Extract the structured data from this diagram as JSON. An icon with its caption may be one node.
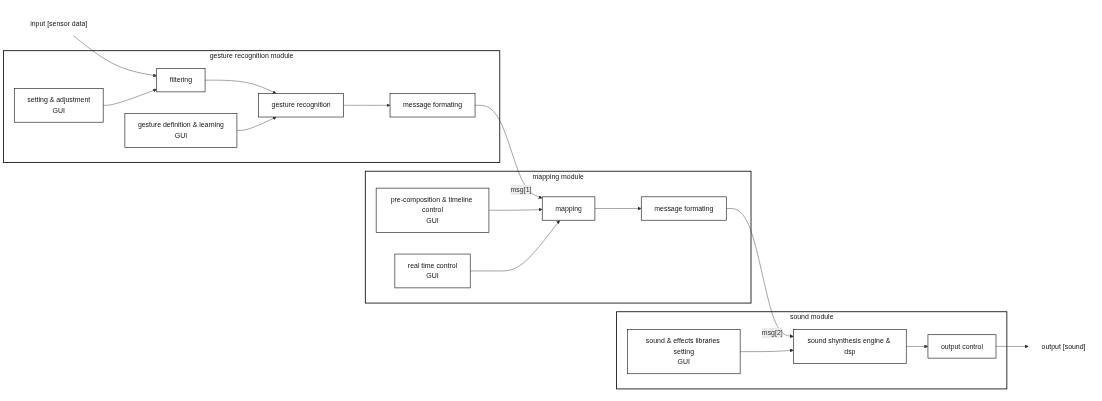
{
  "diagram": {
    "nodes": [
      {
        "text": [
          "input [sensor data]"
        ]
      },
      {
        "text": [
          "gesture recognition module"
        ]
      },
      {
        "text": [
          "filtering"
        ],
        "in": 1
      },
      {
        "text": [
          "gesture recognition"
        ],
        "in": 1
      },
      {
        "text": [
          "message formating"
        ],
        "in": 1
      },
      {
        "text": [
          "setting & adjustment",
          "GUI"
        ],
        "in": 1
      },
      {
        "text": [
          "gesture definition & learning",
          "GUI"
        ],
        "in": 1
      },
      {
        "text": [
          "mapping module"
        ]
      },
      {
        "text": [
          "mapping"
        ],
        "in": 7
      },
      {
        "text": [
          "message formating"
        ],
        "in": 7
      },
      {
        "text": [
          "pre-composition & timeline control",
          "GUI"
        ],
        "in": 7
      },
      {
        "text": [
          "real time control",
          "GUI"
        ],
        "in": 7
      },
      {
        "text": [
          "sound module"
        ]
      },
      {
        "text": [
          "sound shynthesis engine & dsp"
        ],
        "in": 12
      },
      {
        "text": [
          "output control"
        ],
        "in": 12
      },
      {
        "text": [
          "sound & effects libraries setting",
          "GUI"
        ],
        "in": 12
      },
      {
        "text": [
          "output [sound]"
        ]
      }
    ],
    "edges": [
      {
        "from": 0,
        "to": 2,
        "arrow": "to"
      },
      {
        "from": 2,
        "to": 3,
        "arrow": "to"
      },
      {
        "from": 3,
        "to": 4,
        "arrow": "to"
      },
      {
        "from": 5,
        "to": 2,
        "arrow": "to"
      },
      {
        "from": 6,
        "to": 3,
        "arrow": "to"
      },
      {
        "from": 4,
        "to": 8,
        "arrow": "to",
        "label": "msg[1]"
      },
      {
        "from": 8,
        "to": 9,
        "arrow": "to"
      },
      {
        "from": 10,
        "to": 8,
        "arrow": "to"
      },
      {
        "from": 11,
        "to": 8,
        "arrow": "to"
      },
      {
        "from": 9,
        "to": 13,
        "arrow": "to",
        "label": "msg[2]"
      },
      {
        "from": 13,
        "to": 14,
        "arrow": "to"
      },
      {
        "from": 15,
        "to": 13,
        "arrow": "to"
      },
      {
        "from": 14,
        "to": 16,
        "arrow": "to"
      }
    ]
  }
}
